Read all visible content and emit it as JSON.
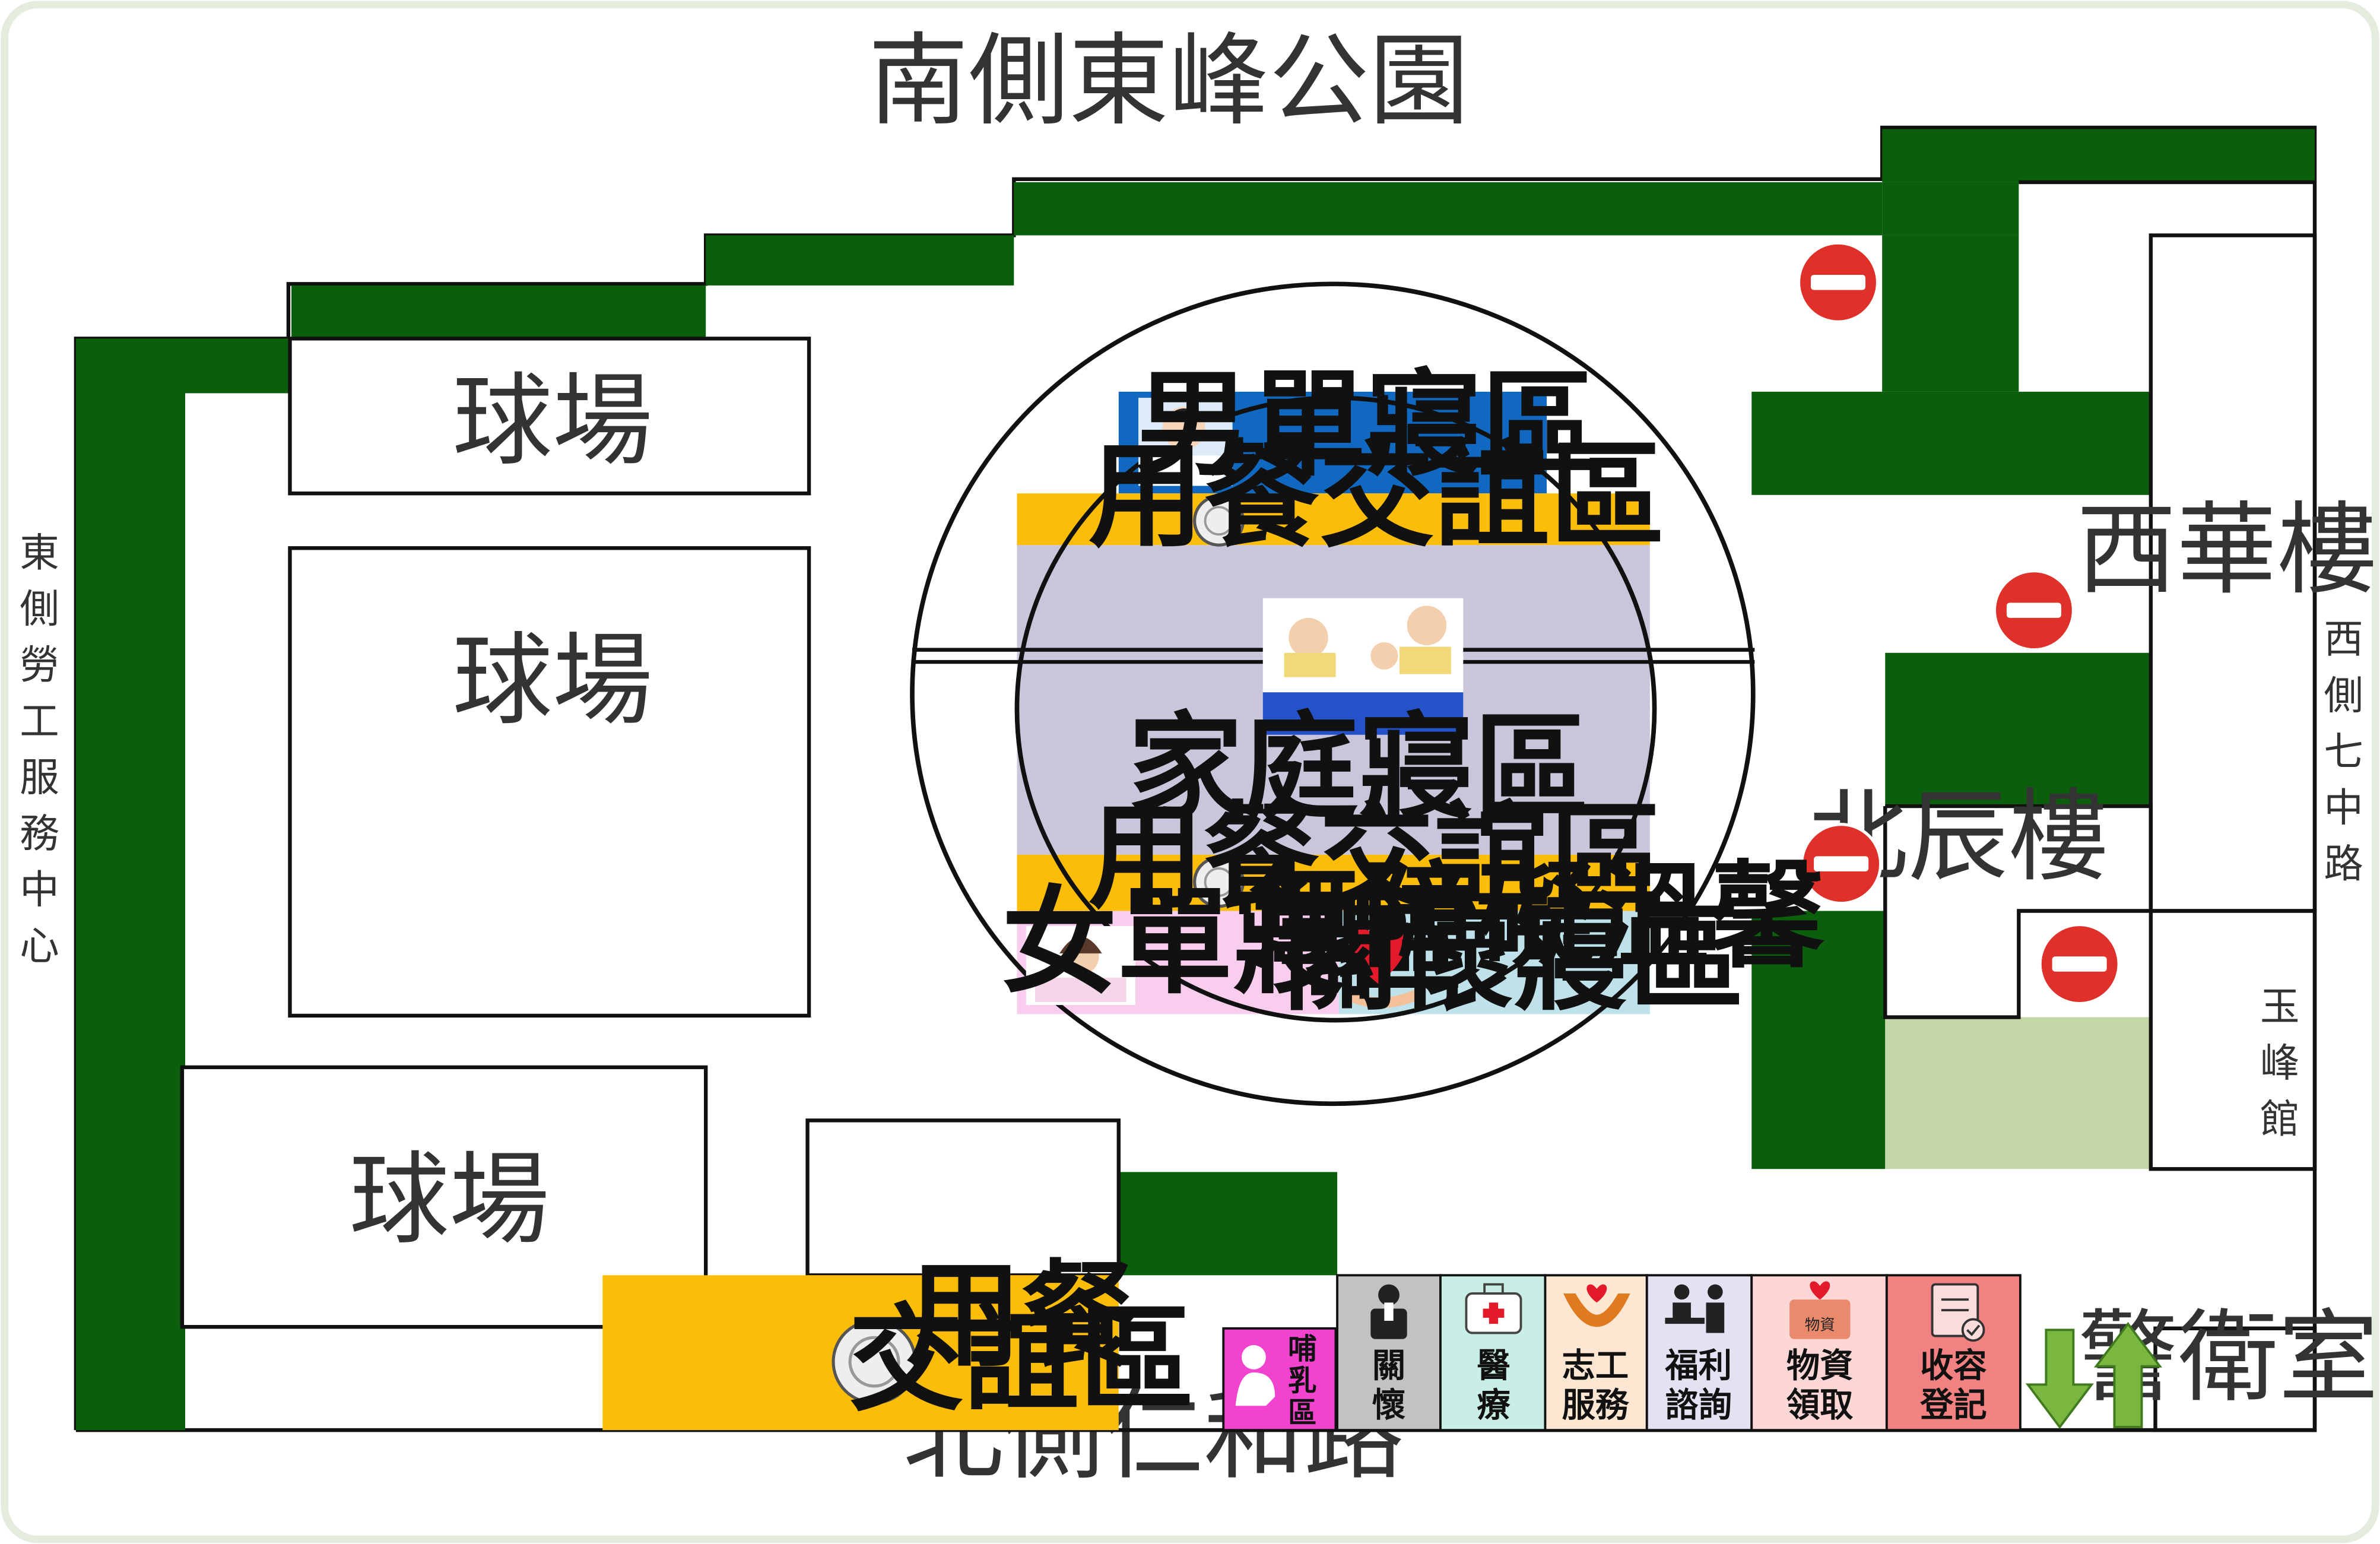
{
  "roads": {
    "south": "南側東峰公園",
    "north": "北側仁和路",
    "east_chars": [
      "東",
      "側",
      "勞",
      "工",
      "服",
      "務",
      "中",
      "心"
    ],
    "west_chars": [
      "西",
      "側",
      "七",
      "中",
      "路"
    ]
  },
  "courts": [
    "球場",
    "球場",
    "球場"
  ],
  "buildings": {
    "xihua": "西華樓",
    "beichen": "北辰樓",
    "yufeng_chars": [
      "玉",
      "峰",
      "館"
    ],
    "guard": "警衛室"
  },
  "zones": {
    "men": "男單寢區",
    "dining_top": "用餐交誼區",
    "family": "家庭寢區",
    "dining_mid": "用餐交誼區",
    "women": "女單寢區",
    "accessible_line1": "無障礙溫馨",
    "accessible_line2": "關懷寢區"
  },
  "dining_bottom": {
    "line1": "用餐",
    "line2": "交誼區"
  },
  "services": {
    "nursing_chars": [
      "哺",
      "乳",
      "區"
    ],
    "care": [
      "關",
      "懷"
    ],
    "medical": [
      "醫",
      "療"
    ],
    "volunteer": [
      "志工",
      "服務"
    ],
    "welfare": [
      "福利",
      "諮詢"
    ],
    "supplies_badge": "物資",
    "supplies": [
      "物資",
      "領取"
    ],
    "registration": [
      "收容",
      "登記"
    ]
  },
  "colors": {
    "green": "#0b5e0b",
    "men_zone": "#1068c0",
    "dining": "#fbbd07",
    "family": "#cac5db",
    "women": "#f8cdee",
    "accessible": "#bfe2ea",
    "care": "#c2c2c2",
    "medical": "#c9eee5",
    "volunteer": "#fde6d2",
    "welfare": "#e5e0f2",
    "supplies": "#fcd7d5",
    "registration": "#f28181",
    "nursing": "#f243ce",
    "light_green": "#c2d6a6",
    "no_entry": "#e0302a"
  },
  "icons": [
    "no-entry-sign-icon",
    "plate-icon",
    "sleeping-man-icon",
    "sleeping-family-icon",
    "sleeping-woman-icon",
    "heart-hand-icon",
    "baby-feeding-icon",
    "pastor-icon",
    "medical-kit-icon",
    "helping-hands-icon",
    "information-desk-icon",
    "supply-box-icon",
    "clipboard-icon",
    "exit-arrow-icon",
    "entry-arrow-icon"
  ]
}
